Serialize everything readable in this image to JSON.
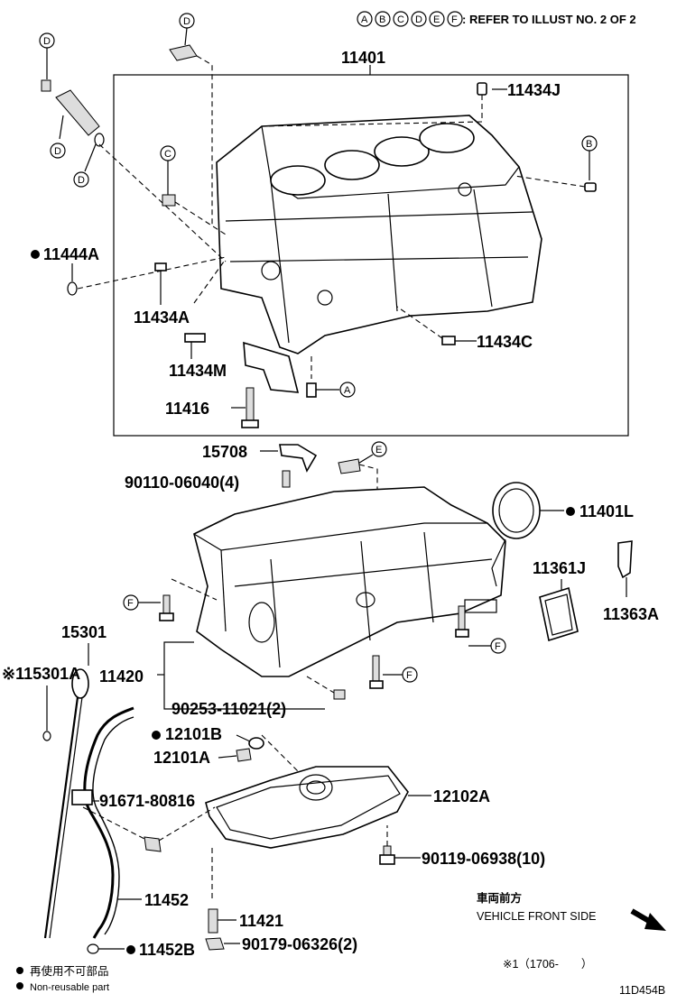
{
  "header": {
    "ref_letters": [
      "A",
      "B",
      "C",
      "D",
      "E",
      "F"
    ],
    "ref_text": ": REFER TO ILLUST NO. 2 OF 2"
  },
  "parts": {
    "p11401": "11401",
    "p11434J": "11434J",
    "p11444A": "11444A",
    "p11434A": "11434A",
    "p11434M": "11434M",
    "p11434C": "11434C",
    "p11416": "11416",
    "p15708": "15708",
    "p90110": "90110-06040(4)",
    "p11401L": "11401L",
    "p11361J": "11361J",
    "p11363A": "11363A",
    "p15301": "15301",
    "p15301A": "※115301A",
    "p11420": "11420",
    "p90253": "90253-11021(2)",
    "p12101B": "12101B",
    "p12101A": "12101A",
    "p91671": "91671-80816",
    "p12102A": "12102A",
    "p90119": "90119-06938(10)",
    "p11452": "11452",
    "p11421": "11421",
    "p90179": "90179-06326(2)",
    "p11452B": "11452B"
  },
  "callouts": {
    "D": "D",
    "C": "C",
    "B": "B",
    "A": "A",
    "E": "E",
    "F": "F"
  },
  "direction": {
    "jp": "車両前方",
    "en": "VEHICLE FRONT SIDE"
  },
  "footnote": {
    "note": "※1（1706-　　）",
    "legend_jp": "再使用不可部品",
    "legend_en": "Non-reusable part",
    "code": "11D454B"
  }
}
